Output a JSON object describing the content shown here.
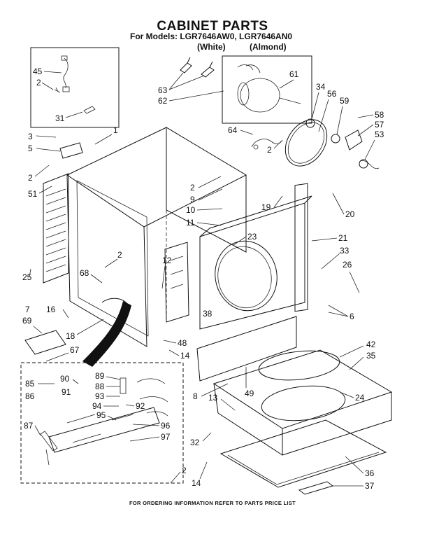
{
  "header": {
    "title": "CABINET PARTS",
    "models": "For Models: LGR7646AW0, LGR7646AN0",
    "white": "(White)",
    "almond": "(Almond)"
  },
  "footer": "FOR ORDERING INFORMATION REFER TO PARTS PRICE LIST",
  "callouts": {
    "c45": "45",
    "c2a": "2",
    "c31": "31",
    "c63": "63",
    "c62": "62",
    "c61": "61",
    "c34": "34",
    "c56": "56",
    "c59": "59",
    "c58": "58",
    "c57": "57",
    "c53": "53",
    "c3": "3",
    "c1": "1",
    "c5": "5",
    "c2b": "2",
    "c51": "51",
    "c64": "64",
    "c2c": "2",
    "c2d": "2",
    "c9": "9",
    "c19": "19",
    "c20": "20",
    "c10": "10",
    "c11": "11",
    "c21": "21",
    "c23": "23",
    "c33": "33",
    "c26": "26",
    "c2e": "2",
    "c68": "68",
    "c12": "12",
    "c25": "25",
    "c7": "7",
    "c16": "16",
    "c69": "69",
    "c18": "18",
    "c38": "38",
    "c6": "6",
    "c48": "48",
    "c14a": "14",
    "c67": "67",
    "c42": "42",
    "c35": "35",
    "c85": "85",
    "c90": "90",
    "c89": "89",
    "c88": "88",
    "c86": "86",
    "c91": "91",
    "c93": "93",
    "c92": "92",
    "c94": "94",
    "c95": "95",
    "c96": "96",
    "c87": "87",
    "c97": "97",
    "c8": "8",
    "c49": "49",
    "c13": "13",
    "c24": "24",
    "c32": "32",
    "c2f": "2",
    "c14b": "14",
    "c36": "36",
    "c37": "37"
  }
}
